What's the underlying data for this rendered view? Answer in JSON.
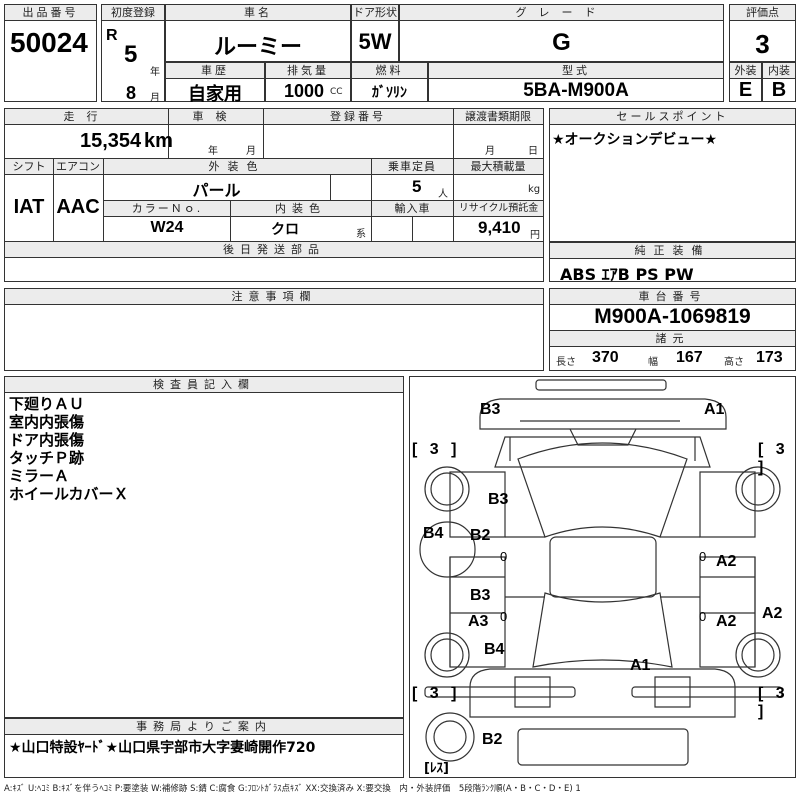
{
  "header": {
    "lot_label": "出品番号",
    "lot_no": "50024",
    "first_reg_label": "初度登録",
    "era": "R",
    "year": "5",
    "year_unit": "年",
    "month": "8",
    "month_unit": "月",
    "name_label": "車名",
    "name": "ルーミー",
    "door_label": "ドア形状",
    "door": "5W",
    "grade_label": "グレード",
    "grade": "G",
    "score_label": "評価点",
    "score": "3",
    "history_label": "車歴",
    "history": "自家用",
    "displacement_label": "排気量",
    "displacement": "1000",
    "cc": "CC",
    "fuel_label": "燃料",
    "fuel": "ｶﾞｿﾘﾝ",
    "model_label": "型式",
    "model": "5BA-M900A",
    "ext_label": "外装",
    "ext": "E",
    "int_label": "内装",
    "int": "B"
  },
  "row2": {
    "mileage_label": "走行",
    "mileage": "15,354",
    "km": "km",
    "inspection_label": "車検",
    "year_unit": "年",
    "month_unit": "月",
    "reg_label": "登録番号",
    "transfer_label": "譲渡書類期限",
    "t_month": "月",
    "t_day": "日",
    "shift_label": "シフト",
    "shift": "IAT",
    "ac_label": "エアコン",
    "ac": "AAC",
    "color_label": "外装色",
    "color": "パール",
    "capacity_label": "乗車定員",
    "capacity": "5",
    "capacity_unit": "人",
    "load_label": "最大積載量",
    "load_unit": "kg",
    "color_no_label": "カラーＮｏ.",
    "color_no": "W24",
    "int_color_label": "内装色",
    "int_color": "クロ",
    "int_color_unit": "系",
    "import_label": "輸入車",
    "recycle_label": "リサイクル預託金",
    "recycle": "9,410",
    "yen": "円",
    "later_label": "後日発送部品"
  },
  "sales": {
    "label": "セールスポイント",
    "text": "★オークションデビュー★"
  },
  "equipment": {
    "label": "純正装備",
    "text": "ABS ｴｱB PS PW"
  },
  "notes": {
    "label": "注意事項欄"
  },
  "chassis": {
    "label": "車台番号",
    "number": "M900A-1069819",
    "spec_label": "諸元",
    "len_label": "長さ",
    "len": "370",
    "wid_label": "幅",
    "wid": "167",
    "hei_label": "高さ",
    "hei": "173"
  },
  "inspector": {
    "label": "検査員記入欄",
    "lines": [
      "下廻りＡＵ",
      "室内内張傷",
      "ドア内張傷",
      "タッチＰ跡",
      "ミラーＡ",
      "ホイールカバーＸ"
    ]
  },
  "office": {
    "label": "事務局よりご案内",
    "text": "★山口特設ﾔｰﾄﾞ★山口県宇部市大字妻崎開作720"
  },
  "diagram": {
    "marks": {
      "b3_top": "B3",
      "a1_top": "A1",
      "b3_hood": "B3",
      "b4": "B4",
      "b2_l": "B2",
      "a2_r1": "A2",
      "b3_l2": "B3",
      "a3": "A3",
      "a2_r2": "A2",
      "a2_edge": "A2",
      "b4_l2": "B4",
      "a1_roof": "A1",
      "b2_bottom": "B2",
      "zero_l1": "0",
      "zero_r1": "0",
      "zero_l2": "0",
      "zero_r2": "0"
    },
    "tires": [
      "[ 3 ]",
      "[ 3 ]",
      "[ 3 ]",
      "[ 3 ]"
    ],
    "spare": "[ﾚｽ]"
  },
  "legend": "A:ｷｽﾞ U:ﾍｺﾐ B:ｷｽﾞを伴うﾍｺﾐ P:要塗装 W:補修跡 S:錆 C:腐食 G:ﾌﾛﾝﾄｶﾞﾗｽ点ｷｽﾞ XX:交換済み X:要交換　内・外装評価　5段階ﾗﾝｸ順(A・B・C・D・E) 1"
}
